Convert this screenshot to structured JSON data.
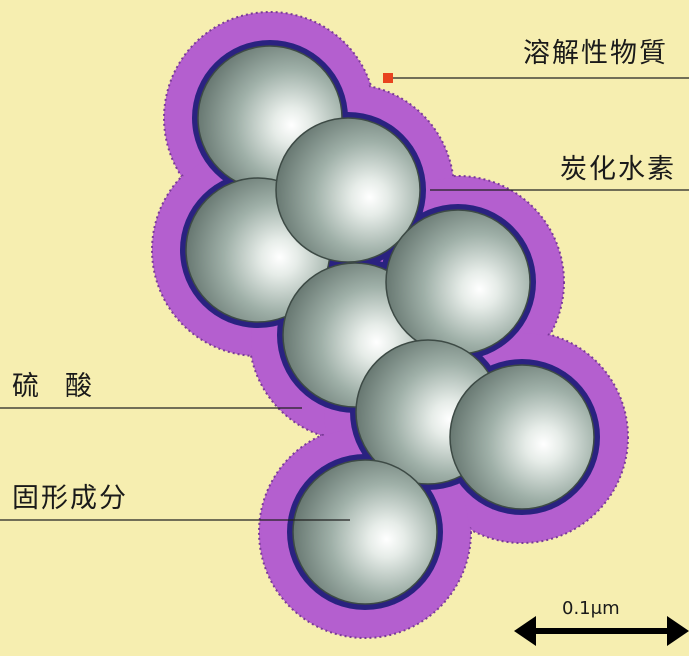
{
  "labels": {
    "dissolved": "溶解性物質",
    "hydrocarbon": "炭化水素",
    "sulfuric": "硫酸",
    "solid": "固形成分"
  },
  "scale": {
    "text": "0.1μm"
  },
  "colors": {
    "background": "#f6eeb0",
    "coating": "#b45fcf",
    "rim": "#2a2280",
    "sphere": "#8a9a92",
    "dissolved_marker": "#e8431f",
    "hydrocarbon_dot": "#2a72d4",
    "sulfuric_ring": "#e0405a"
  }
}
